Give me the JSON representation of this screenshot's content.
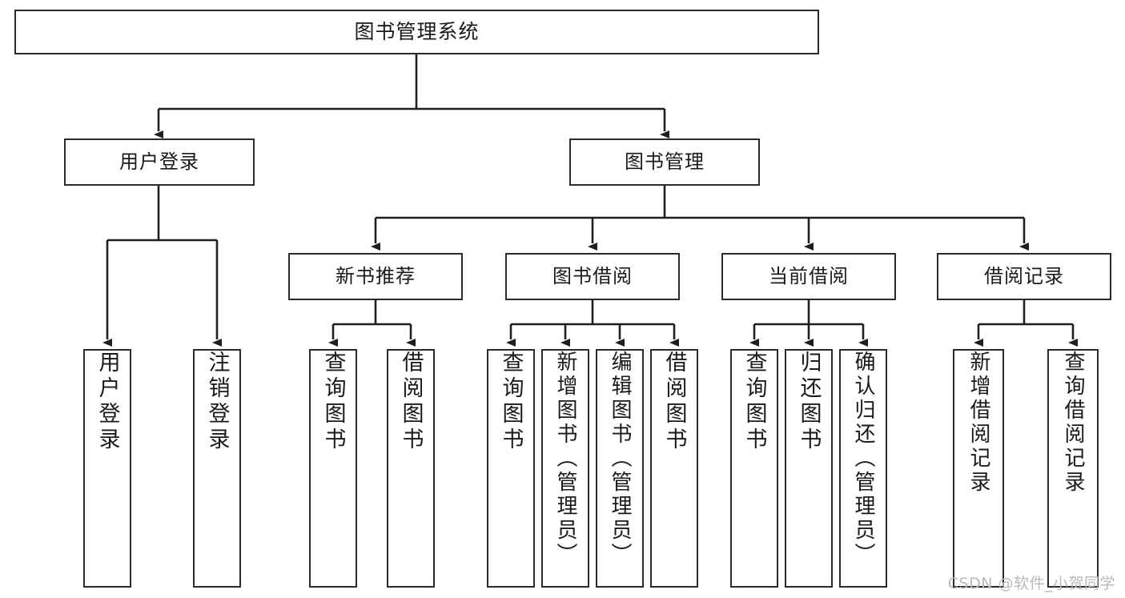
{
  "diagram": {
    "type": "tree-hierarchy",
    "title": "图书管理系统",
    "watermark": "CSDN @软件_小贺同学",
    "colors": {
      "box_border": "#2b2b2b",
      "box_fill": "#ffffff",
      "connector": "#1f1f1f",
      "text": "#1a1a1a",
      "watermark": "#b9b9b9"
    },
    "root": {
      "label": "图书管理系统"
    },
    "level2": [
      {
        "label": "用户登录"
      },
      {
        "label": "图书管理"
      }
    ],
    "level3": [
      {
        "label": "新书推荐"
      },
      {
        "label": "图书借阅"
      },
      {
        "label": "当前借阅"
      },
      {
        "label": "借阅记录"
      }
    ],
    "leaves": {
      "user_login": [
        {
          "label": "用户登录"
        },
        {
          "label": "注销登录"
        }
      ],
      "new_book_recommend": [
        {
          "label": "查询图书"
        },
        {
          "label": "借阅图书"
        }
      ],
      "book_borrow": [
        {
          "label": "查询图书"
        },
        {
          "label": "新增图书（管理员）"
        },
        {
          "label": "编辑图书（管理员）"
        },
        {
          "label": "借阅图书"
        }
      ],
      "current_borrow": [
        {
          "label": "查询图书"
        },
        {
          "label": "归还图书"
        },
        {
          "label": "确认归还（管理员）"
        }
      ],
      "borrow_record": [
        {
          "label": "新增借阅记录"
        },
        {
          "label": "查询借阅记录"
        }
      ]
    }
  }
}
